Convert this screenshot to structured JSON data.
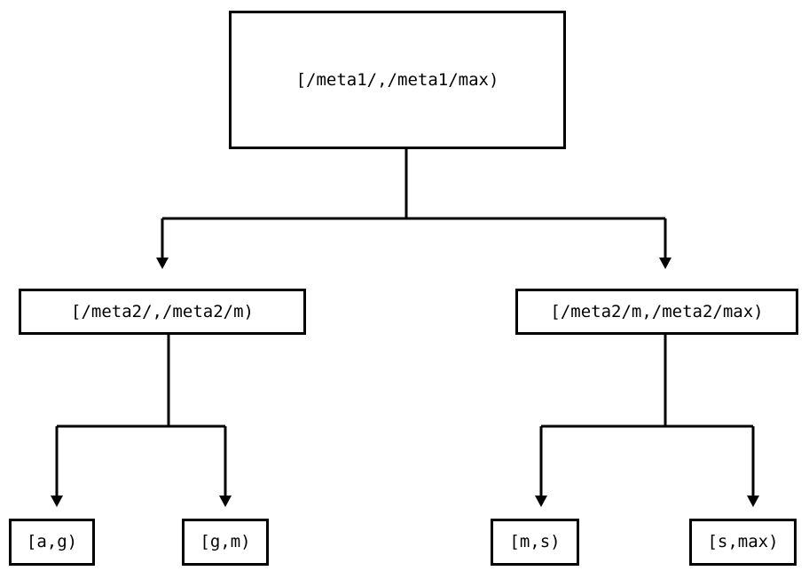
{
  "diagram": {
    "type": "tree",
    "orientation": "top-down",
    "background_color": "#ffffff",
    "line_color": "#000000",
    "node_border_color": "#000000",
    "node_fill_color": "#ffffff",
    "text_color": "#000000",
    "arrowhead": "filled-triangle-down",
    "levels": 3,
    "nodes": {
      "root": {
        "label": "[/meta1/,/meta1/max)"
      },
      "level2": [
        {
          "label": "[/meta2/,/meta2/m)"
        },
        {
          "label": "[/meta2/m,/meta2/max)"
        }
      ],
      "leaves": [
        {
          "label": "[a,g)"
        },
        {
          "label": "[g,m)"
        },
        {
          "label": "[m,s)"
        },
        {
          "label": "[s,max)"
        }
      ]
    }
  }
}
